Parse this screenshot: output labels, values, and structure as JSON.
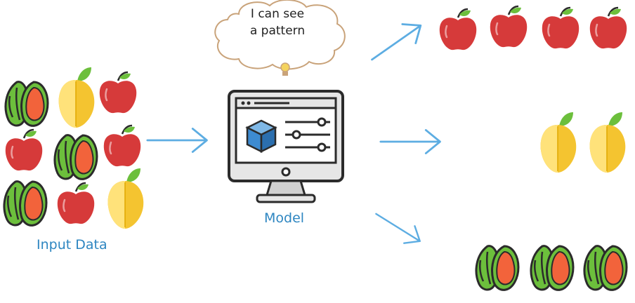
{
  "thought_bubble": {
    "line1": "I can see",
    "line2": "a pattern"
  },
  "labels": {
    "input": "Input Data",
    "model": "Model"
  },
  "icons": {
    "watermelon": "watermelon-slice-icon",
    "apple": "apple-icon",
    "mango": "mango-icon",
    "computer": "monitor-model-icon",
    "arrow": "arrow-right-icon"
  },
  "colors": {
    "label_blue": "#2E86C1",
    "arrow_blue": "#5DADE2",
    "apple_red": "#D63A3A",
    "mango_yellow": "#F4C430",
    "leaf_green": "#6CBF3C",
    "watermelon_flesh": "#F2633B",
    "outline": "#2B2B2B"
  }
}
